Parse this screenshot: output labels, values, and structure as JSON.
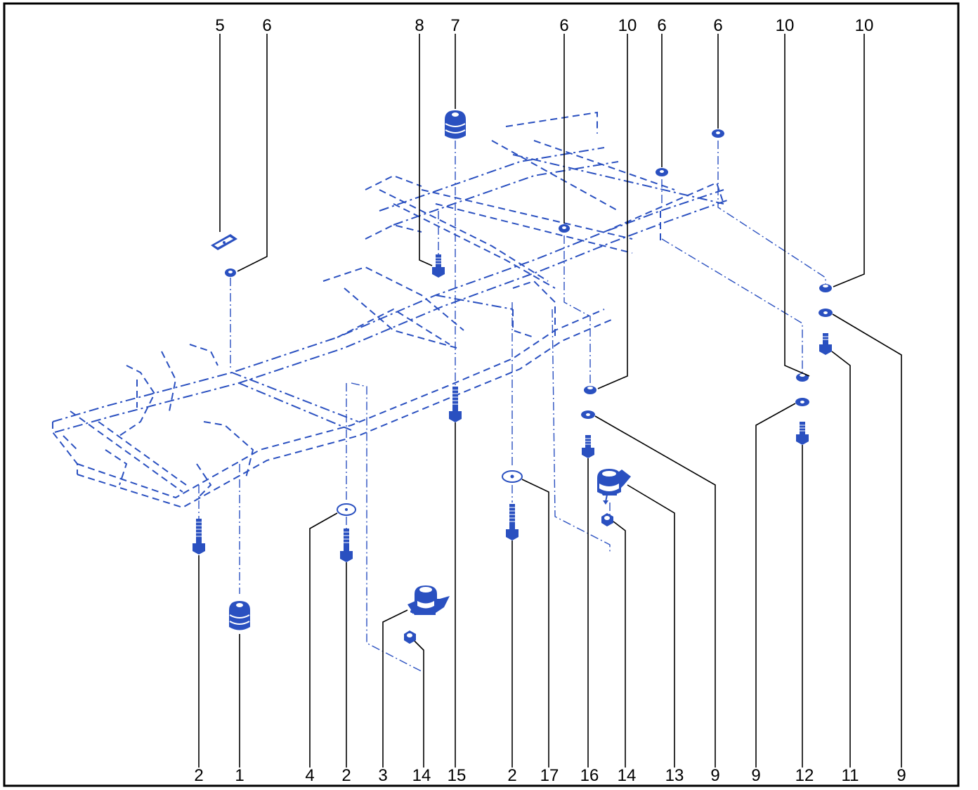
{
  "colors": {
    "part": "#2a50c0",
    "border": "#000000",
    "text": "#000000"
  },
  "callouts": {
    "top": [
      "5",
      "6",
      "8",
      "7",
      "6",
      "10",
      "6",
      "6",
      "10",
      "10"
    ],
    "bottom": [
      "2",
      "1",
      "4",
      "2",
      "3",
      "14",
      "15",
      "2",
      "17",
      "16",
      "14",
      "13",
      "9",
      "9",
      "12",
      "11",
      "9"
    ]
  }
}
